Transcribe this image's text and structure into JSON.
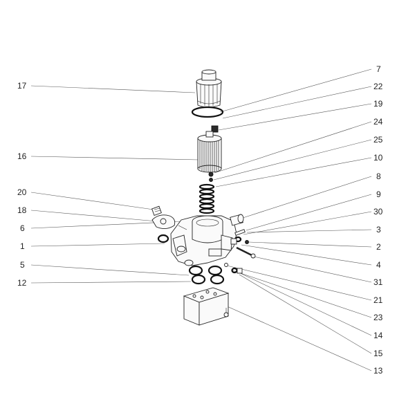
{
  "labels": [
    {
      "id": "7",
      "text": "7"
    },
    {
      "id": "22",
      "text": "22"
    },
    {
      "id": "19",
      "text": "19"
    },
    {
      "id": "24",
      "text": "24"
    },
    {
      "id": "25",
      "text": "25"
    },
    {
      "id": "10",
      "text": "10"
    },
    {
      "id": "8",
      "text": "8"
    },
    {
      "id": "9",
      "text": "9"
    },
    {
      "id": "30",
      "text": "30"
    },
    {
      "id": "3",
      "text": "3"
    },
    {
      "id": "2",
      "text": "2"
    },
    {
      "id": "4",
      "text": "4"
    },
    {
      "id": "31",
      "text": "31"
    },
    {
      "id": "21",
      "text": "21"
    },
    {
      "id": "23",
      "text": "23"
    },
    {
      "id": "14",
      "text": "14"
    },
    {
      "id": "15",
      "text": "15"
    },
    {
      "id": "13",
      "text": "13"
    },
    {
      "id": "17",
      "text": "17"
    },
    {
      "id": "16",
      "text": "16"
    },
    {
      "id": "20",
      "text": "20"
    },
    {
      "id": "18",
      "text": "18"
    },
    {
      "id": "6",
      "text": "6"
    },
    {
      "id": "1",
      "text": "1"
    },
    {
      "id": "5",
      "text": "5"
    },
    {
      "id": "12",
      "text": "12"
    }
  ]
}
